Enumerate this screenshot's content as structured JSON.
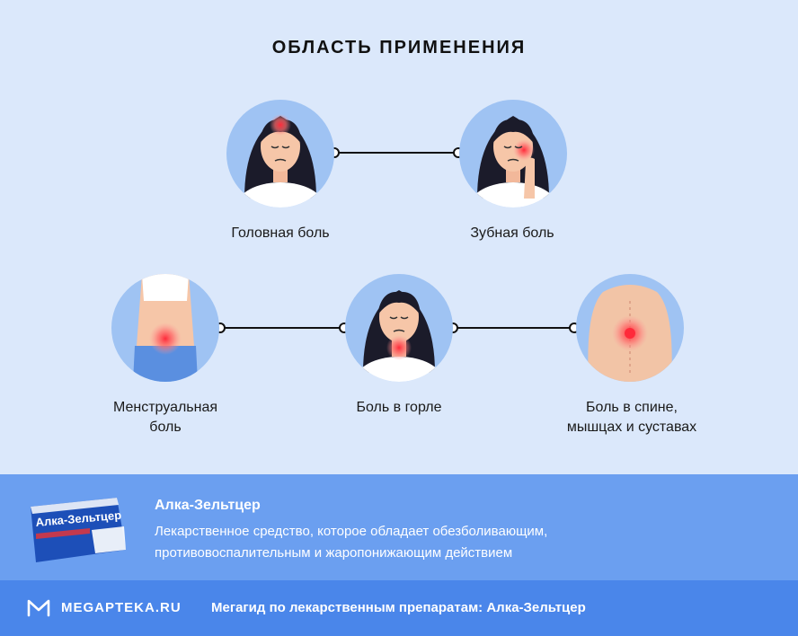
{
  "title": "ОБЛАСТЬ ПРИМЕНЕНИЯ",
  "items": [
    {
      "label": "Головная боль",
      "icon": "headache-illustration"
    },
    {
      "label": "Зубная боль",
      "icon": "toothache-illustration"
    },
    {
      "label": "Менструальная\nболь",
      "icon": "menstrual-pain-illustration"
    },
    {
      "label": "Боль в горле",
      "icon": "sore-throat-illustration"
    },
    {
      "label": "Боль в спине,\nмышцах и суставах",
      "icon": "back-pain-illustration"
    }
  ],
  "product": {
    "name": "Алка-Зельтцер",
    "description": "Лекарственное средство, которое обладает обезболивающим,\nпротивовоспалительным и жаропонижающим действием",
    "box_text": "Алка-Зельтцер"
  },
  "footer": {
    "brand": "MEGAPTEKA.RU",
    "text": "Мегагид по лекарственным препаратам: Алка-Зельтцер"
  },
  "colors": {
    "background": "#dbe8fb",
    "circle": "#9fc3f3",
    "info_band": "#6b9ff0",
    "footer": "#4a86ea",
    "pain": "#ff2a3a"
  }
}
